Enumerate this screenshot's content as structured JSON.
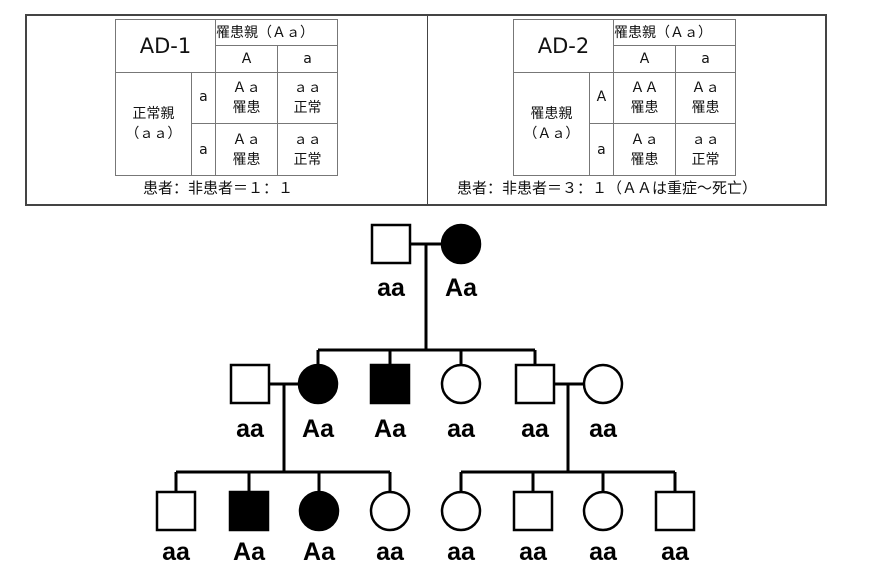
{
  "ad1": {
    "title": "AD-1",
    "col_parent": "罹患親（Ａａ）",
    "col_alleles": [
      "A",
      "a"
    ],
    "row_parent": "正常親",
    "row_parent_geno": "（ａａ）",
    "row_alleles": [
      "a",
      "a"
    ],
    "cells": [
      [
        {
          "g": "Ａａ",
          "p": "罹患"
        },
        {
          "g": "ａａ",
          "p": "正常"
        }
      ],
      [
        {
          "g": "Ａａ",
          "p": "罹患"
        },
        {
          "g": "ａａ",
          "p": "正常"
        }
      ]
    ],
    "caption": "患者：非患者＝１：１"
  },
  "ad2": {
    "title": "AD-2",
    "col_parent": "罹患親（Ａａ）",
    "col_alleles": [
      "A",
      "a"
    ],
    "row_parent": "罹患親",
    "row_parent_geno": "（Ａａ）",
    "row_alleles": [
      "A",
      "a"
    ],
    "cells": [
      [
        {
          "g": "ＡＡ",
          "p": "罹患"
        },
        {
          "g": "Ａａ",
          "p": "罹患"
        }
      ],
      [
        {
          "g": "Ａａ",
          "p": "罹患"
        },
        {
          "g": "ａａ",
          "p": "正常"
        }
      ]
    ],
    "caption": "患者：非患者＝３：１（ＡＡは重症～死亡）"
  },
  "pedigree": {
    "gen1": [
      {
        "sex": "male",
        "affected": false,
        "label": "aa"
      },
      {
        "sex": "female",
        "affected": true,
        "label": "Aa"
      }
    ],
    "gen2": [
      {
        "sex": "male",
        "affected": false,
        "label": "aa"
      },
      {
        "sex": "female",
        "affected": true,
        "label": "Aa"
      },
      {
        "sex": "male",
        "affected": true,
        "label": "Aa"
      },
      {
        "sex": "female",
        "affected": false,
        "label": "aa"
      },
      {
        "sex": "male",
        "affected": false,
        "label": "aa"
      },
      {
        "sex": "female",
        "affected": false,
        "label": "aa"
      }
    ],
    "gen3": [
      {
        "sex": "male",
        "affected": false,
        "label": "aa"
      },
      {
        "sex": "male",
        "affected": true,
        "label": "Aa"
      },
      {
        "sex": "female",
        "affected": true,
        "label": "Aa"
      },
      {
        "sex": "female",
        "affected": false,
        "label": "aa"
      },
      {
        "sex": "female",
        "affected": false,
        "label": "aa"
      },
      {
        "sex": "male",
        "affected": false,
        "label": "aa"
      },
      {
        "sex": "female",
        "affected": false,
        "label": "aa"
      },
      {
        "sex": "male",
        "affected": false,
        "label": "aa"
      }
    ]
  }
}
